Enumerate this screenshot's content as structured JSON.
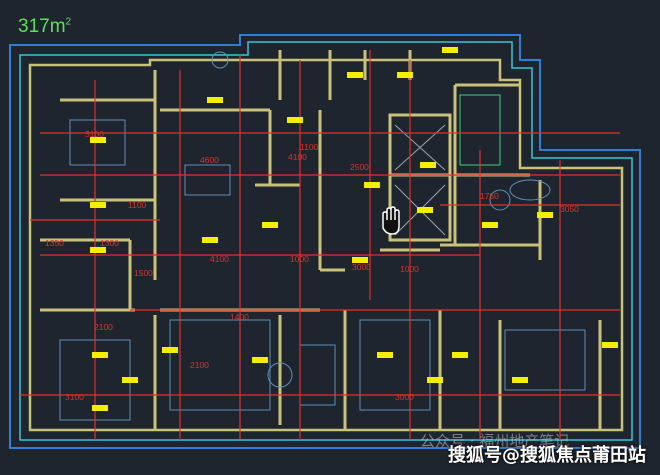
{
  "area": {
    "value": "317",
    "unit": "m",
    "superscript": "2"
  },
  "dimension_labels": [
    "4600",
    "4100",
    "2500",
    "1100",
    "1300",
    "1000",
    "1350",
    "3100",
    "4100",
    "1000",
    "3000",
    "2100",
    "1500",
    "1750",
    "3050",
    "3100",
    "2100",
    "1100",
    "1400",
    "3000"
  ],
  "watermark": {
    "account": "公众号 · 福州地产笔记",
    "source": "搜狐号@搜狐焦点莆田站"
  },
  "colors": {
    "background": "#1e252e",
    "wall": "#c9c27a",
    "dimension": "#e0302a",
    "marker": "#f4ee00",
    "boundary": "#2f7fd6",
    "accent_area": "#5ee05a"
  }
}
